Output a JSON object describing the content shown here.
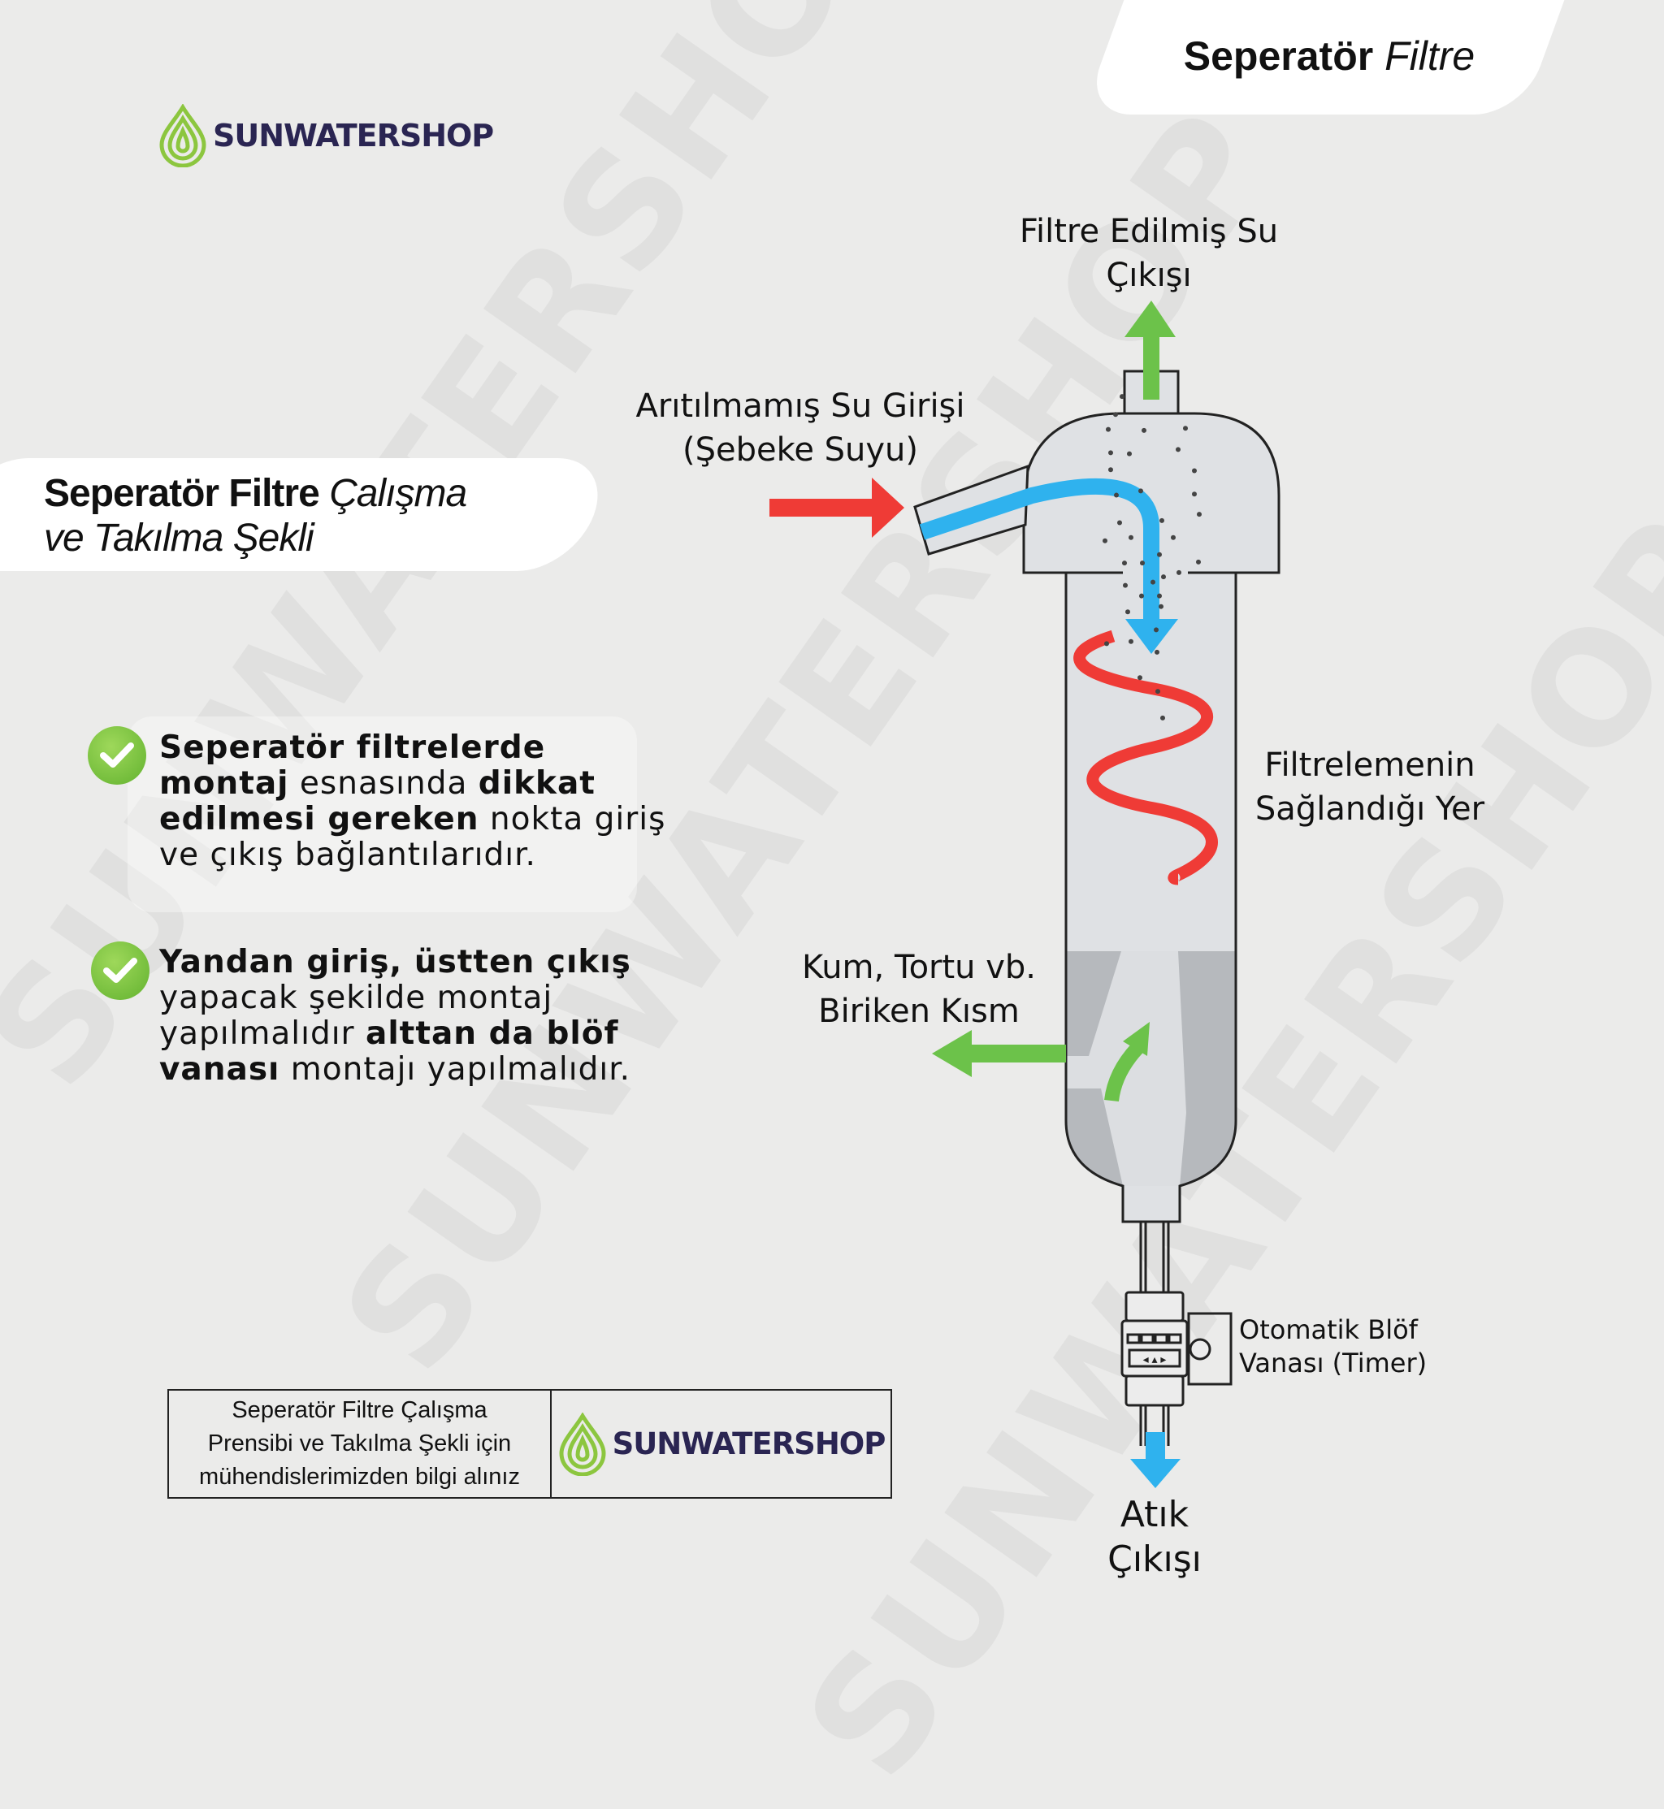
{
  "watermark": "SUNWATERSHOP",
  "brand": {
    "name": "SUNWATERSHOP",
    "green": "#7dc242",
    "navy": "#2a2552"
  },
  "header": {
    "title_bold": "Seperatör",
    "title_italic": "Filtre"
  },
  "section_title": {
    "bold": "Seperatör Filtre",
    "italic_1": "Çalışma",
    "italic_2": "ve Takılma Şekli"
  },
  "bullets": [
    {
      "segments": [
        {
          "text": "Seperatör filtrelerde ",
          "bold": true
        },
        {
          "text": "montaj",
          "bold": true
        },
        {
          "text": " esnasında ",
          "bold": false
        },
        {
          "text": "dikkat edilmesi gereken",
          "bold": true
        },
        {
          "text": " nokta giriş ve çıkış bağlantılarıdır.",
          "bold": false
        }
      ]
    },
    {
      "segments": [
        {
          "text": " Yandan giriş, üstten çıkış",
          "bold": true
        },
        {
          "text": " yapacak şekilde montaj yapılmalıdır ",
          "bold": false
        },
        {
          "text": "alttan da blöf vanası",
          "bold": true
        },
        {
          "text": " montajı yapılmalıdır.",
          "bold": false
        }
      ]
    }
  ],
  "diagram": {
    "outlet_label": [
      "Filtre Edilmiş Su",
      "Çıkışı"
    ],
    "inlet_label": [
      "Arıtılmamış Su Girişi",
      "(Şebeke Suyu)"
    ],
    "filter_label": [
      "Filtrelemenin",
      "Sağlandığı Yer"
    ],
    "sediment_label": [
      "Kum, Tortu vb.",
      "Biriken Kısm"
    ],
    "valve_label": [
      "Otomatik Blöf",
      "Vanası (Timer)"
    ],
    "waste_label": [
      "Atık",
      "Çıkışı"
    ],
    "colors": {
      "inlet": "#ef3b36",
      "flow": "#2fb2ee",
      "clean": "#6cc24a",
      "body": "#dfe1e4",
      "sediment": "#b6b9bd"
    }
  },
  "footer": {
    "info_lines": [
      "Seperatör Filtre Çalışma",
      "Prensibi ve Takılma Şekli  için",
      "mühendislerimizden bilgi alınız"
    ]
  }
}
